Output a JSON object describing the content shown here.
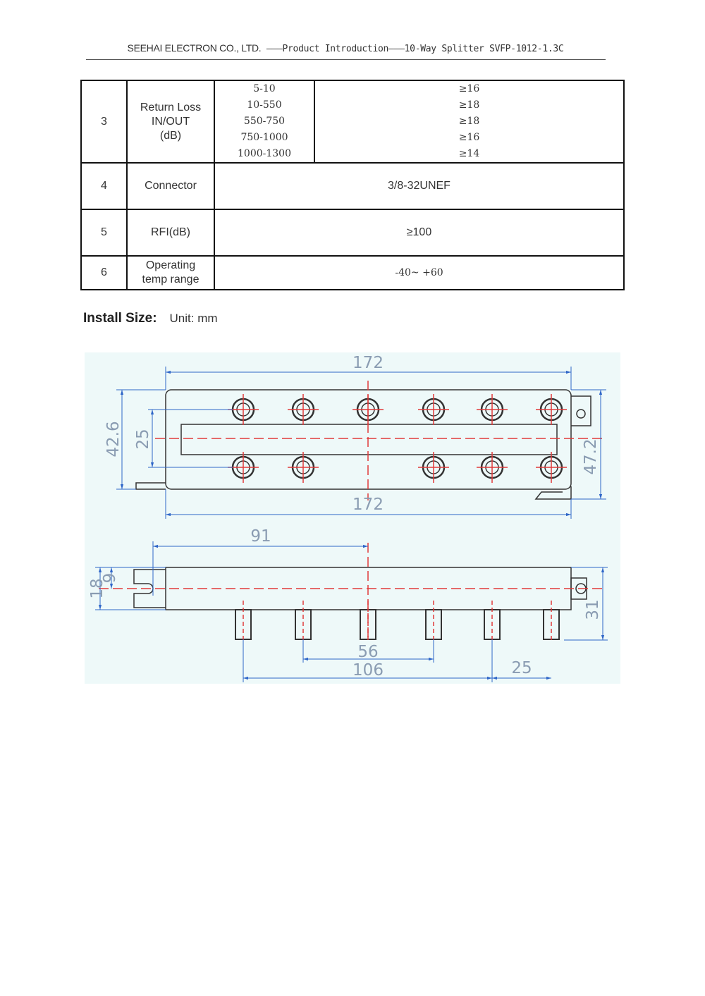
{
  "header": {
    "company": "SEEHAI ELECTRON CO., LTD.",
    "separator": "———",
    "section": "Product Introduction",
    "product": "10-Way Splitter SVFP-1012-1.3C"
  },
  "table": {
    "return_loss": {
      "no": "3",
      "label_lines": [
        "Return Loss",
        "IN/OUT",
        "(dB)"
      ],
      "ranges": [
        "5-10",
        "10-550",
        "550-750",
        "750-1000",
        "1000-1300"
      ],
      "values": [
        "≥16",
        "≥18",
        "≥18",
        "≥16",
        "≥14"
      ]
    },
    "connector": {
      "no": "4",
      "label": "Connector",
      "value": "3/8-32UNEF"
    },
    "rfi": {
      "no": "5",
      "label": "RFI(dB)",
      "value": "≥100"
    },
    "temp": {
      "no": "6",
      "label_lines": [
        "Operating",
        "temp range"
      ],
      "value": "-40~ +60"
    }
  },
  "install": {
    "title": "Install Size:",
    "unit": "Unit: mm"
  },
  "drawing": {
    "dims": {
      "top_width": "172",
      "bottom_width": "172",
      "height_outer": "42.6",
      "port_pitch_v": "25",
      "height_total": "47.2",
      "center_offset": "91",
      "side_height": "18",
      "side_half": "9",
      "side_total": "31",
      "span_56": "56",
      "span_106": "106",
      "span_25": "25"
    },
    "colors": {
      "line": "#2f66c8",
      "center": "#e03b3b",
      "body": "#333333"
    }
  }
}
